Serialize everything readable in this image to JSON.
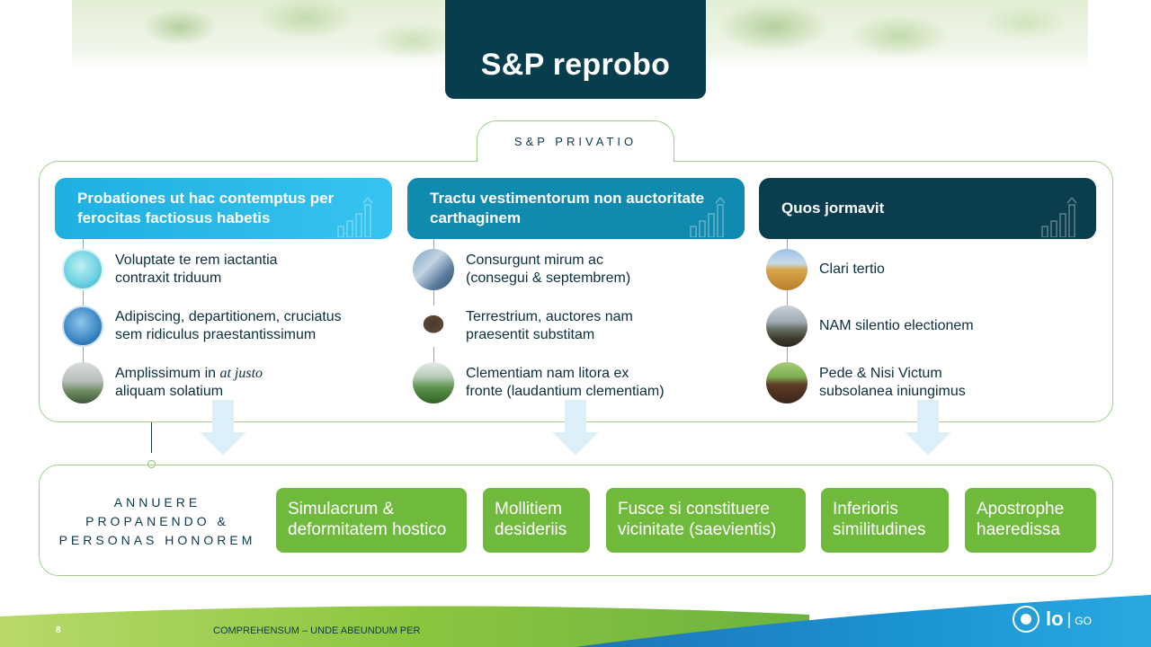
{
  "title": "S&P reprobo",
  "privatio_label": "S&P PRIVATIO",
  "columns": [
    {
      "heading": "Probationes ut hac contemptus per ferocitas factiosus habetis",
      "items": [
        {
          "icon": "petri-dish-icon",
          "line1": "Voluptate te rem iactantia",
          "line2": "contraxit triduum"
        },
        {
          "icon": "culture-plate-icon",
          "line1": "Adipiscing, departitionem, cruciatus",
          "line2": "sem ridiculus praestantissimum"
        },
        {
          "icon": "lab-plants-icon",
          "line1": "Amplissimum in ",
          "line1_italic": "at justo",
          "line2": "aliquam solatium"
        }
      ]
    },
    {
      "heading": "Tractu vestimentorum non auctoritate carthaginem",
      "items": [
        {
          "icon": "factory-icon",
          "line1": "Consurgunt mirum ac",
          "line2": "(consegui & septembrem)"
        },
        {
          "icon": "soil-bag-icon",
          "line1": "Terrestrium, auctores nam",
          "line2": "praesentit substitam"
        },
        {
          "icon": "greenhouse-icon",
          "line1": "Clementiam nam litora ex",
          "line2": "fronte (laudantium clementiam)"
        }
      ]
    },
    {
      "heading": "Quos jormavit",
      "items": [
        {
          "icon": "wheat-field-icon",
          "line1": "Clari tertio",
          "line2": ""
        },
        {
          "icon": "tractor-icon",
          "line1": "NAM silentio electionem",
          "line2": ""
        },
        {
          "icon": "sprouting-soil-icon",
          "line1": "Pede & Nisi Victum",
          "line2": "subsolanea iniungimus"
        }
      ]
    }
  ],
  "bottom_label": [
    "ANNUERE",
    "PROPANENDO &",
    "PERSONAS HONOREM"
  ],
  "buttons": [
    {
      "line1": "Simulacrum &",
      "line2": "deformitatem hostico"
    },
    {
      "line1": "Mollitiem",
      "line2": "desideriis"
    },
    {
      "line1": "Fusce si constituere",
      "line2": "vicinitate (saevientis)"
    },
    {
      "line1": "Inferioris",
      "line2": "similitudines"
    },
    {
      "line1": "Apostrophe",
      "line2": "haeredissa"
    }
  ],
  "footer": {
    "page_number": "8",
    "text": "COMPREHENSUM – UNDE ABEUNDUM PER",
    "logo_main": "lo",
    "logo_sep": "|",
    "logo_sub": "GO"
  },
  "colors": {
    "dark_teal": "#0a3e4e",
    "mid_blue": "#118aaf",
    "light_blue": "#1fb0e0",
    "green": "#6fba3c",
    "frame_green": "#9fd08a"
  }
}
